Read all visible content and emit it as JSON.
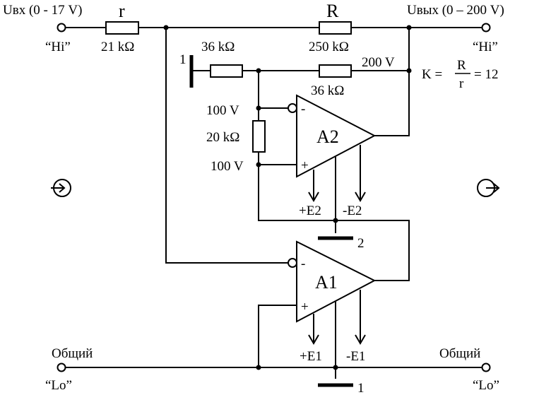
{
  "labels": {
    "uin": "Uвх (0 - 17 V)",
    "r_name": "r",
    "r_value": "21 kΩ",
    "R_name": "R",
    "R_value": "250 kΩ",
    "uout": "Uвых (0 – 200 V)",
    "hi_left": "“Hi”",
    "hi_right": "“Hi”",
    "r36_top": "36 kΩ",
    "r36_bottom": "36 kΩ",
    "v200": "200 V",
    "gain_k": "K =",
    "gain_num": "R",
    "gain_den": "r",
    "gain_val": "= 12",
    "node1_top": "1",
    "v100_top": "100 V",
    "v100_bot": "100 V",
    "r20": "20 kΩ",
    "a2": "A2",
    "a2_minus": "-",
    "a2_plus": "+",
    "e2p": "+E2",
    "e2m": "-E2",
    "node2": "2",
    "a1": "A1",
    "a1_minus": "-",
    "a1_plus": "+",
    "e1p": "+E1",
    "e1m": "-E1",
    "common_left": "Общий",
    "common_right": "Общий",
    "lo_left": "“Lo”",
    "lo_right": "“Lo”",
    "node1_bottom": "1"
  }
}
